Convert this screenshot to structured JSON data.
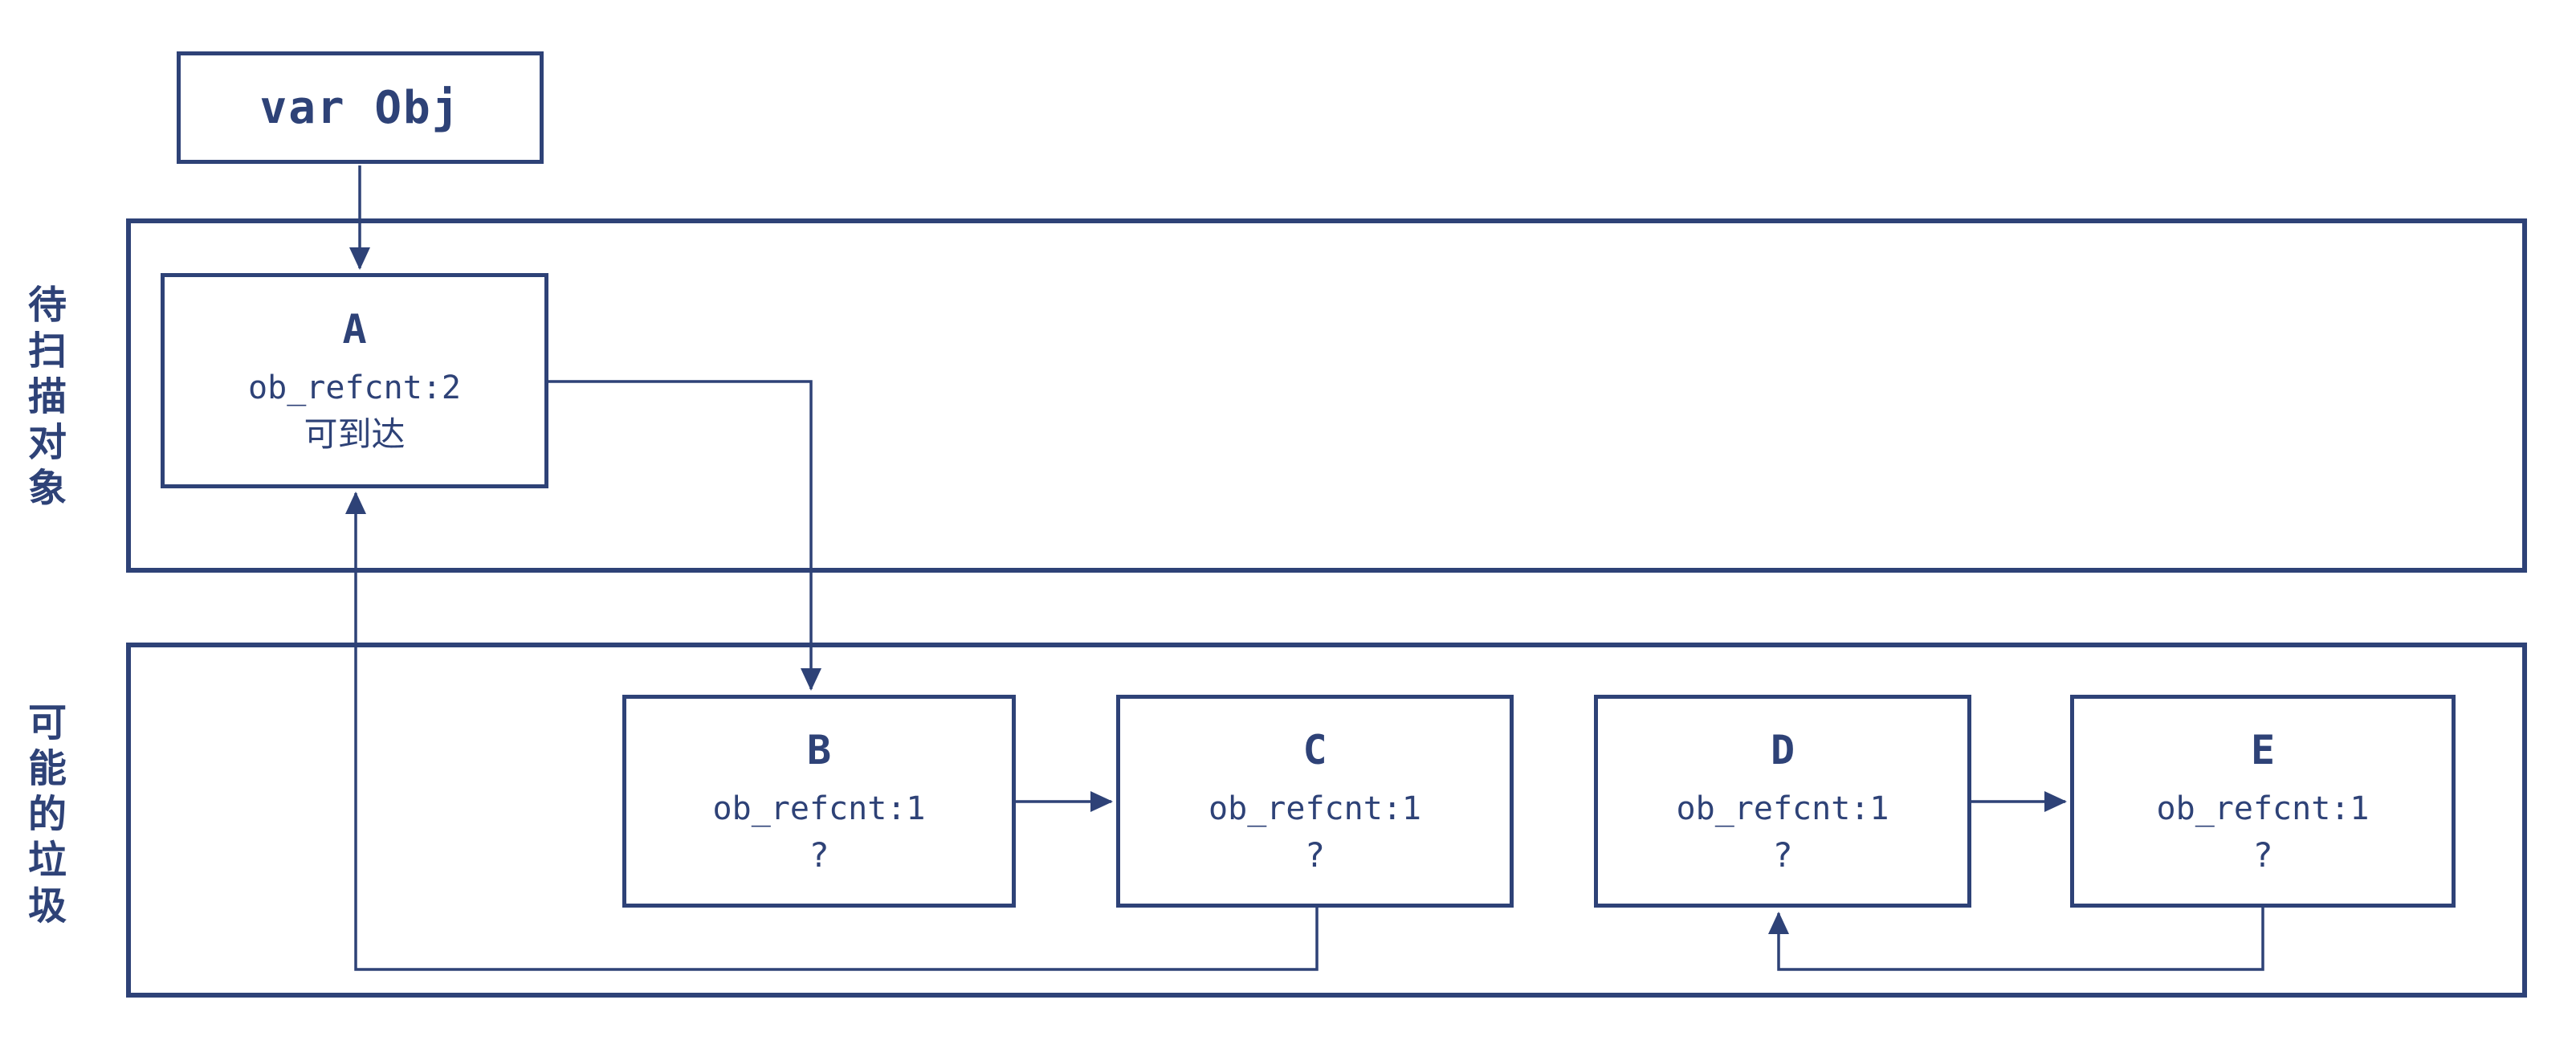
{
  "colors": {
    "ink": "#2e4277",
    "background": "#ffffff"
  },
  "var_obj": {
    "label": "var Obj"
  },
  "regions": {
    "scan": {
      "label": "待扫描对象"
    },
    "garbage": {
      "label": "可能的垃圾"
    }
  },
  "nodes": {
    "a": {
      "title": "A",
      "refcnt": "ob_refcnt:2",
      "status": "可到达"
    },
    "b": {
      "title": "B",
      "refcnt": "ob_refcnt:1",
      "status": "?"
    },
    "c": {
      "title": "C",
      "refcnt": "ob_refcnt:1",
      "status": "?"
    },
    "d": {
      "title": "D",
      "refcnt": "ob_refcnt:1",
      "status": "?"
    },
    "e": {
      "title": "E",
      "refcnt": "ob_refcnt:1",
      "status": "?"
    }
  },
  "edges": [
    {
      "from": "var Obj",
      "to": "A"
    },
    {
      "from": "A",
      "to": "B"
    },
    {
      "from": "B",
      "to": "C"
    },
    {
      "from": "C",
      "to": "A"
    },
    {
      "from": "D",
      "to": "E"
    },
    {
      "from": "E",
      "to": "D"
    }
  ]
}
